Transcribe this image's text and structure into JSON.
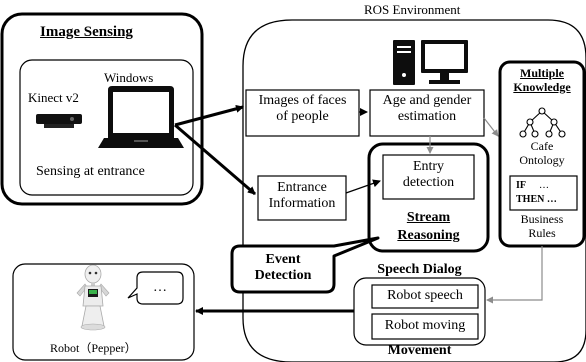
{
  "ros_environment": {
    "title": "ROS Environment"
  },
  "image_sensing": {
    "title": "Image Sensing",
    "windows_label": "Windows",
    "kinect_label": "Kinect v2",
    "sensing_label": "Sensing at entrance"
  },
  "processing": {
    "faces_box": "Images of faces\nof people",
    "age_gender_box": "Age and gender\nestimation",
    "entrance_box": "Entrance\nInformation",
    "entry_detection_box": "Entry\ndetection",
    "stream_reasoning": "Stream\nReasoning"
  },
  "knowledge": {
    "title": "Multiple\nKnowledge",
    "cafe_ontology": "Cafe\nOntology",
    "rule_if": "IF",
    "rule_if_ellipsis": "…",
    "rule_then": "THEN …",
    "business_rules": "Business\nRules"
  },
  "event_detection": {
    "label": "Event\nDetection"
  },
  "speech_dialog": {
    "title": "Speech Dialog",
    "robot_speech": "Robot speech",
    "robot_moving": "Robot moving",
    "movement": "Movement"
  },
  "robot": {
    "speech_bubble": "…",
    "label": "Robot（Pepper）"
  },
  "colors": {
    "line": "#000000",
    "arrow_gray": "#8c8c8c",
    "background": "#ffffff"
  },
  "icons": [
    "desktop-computer-icon",
    "laptop-icon",
    "kinect-sensor-icon",
    "tree-ontology-icon",
    "pepper-robot-icon"
  ]
}
